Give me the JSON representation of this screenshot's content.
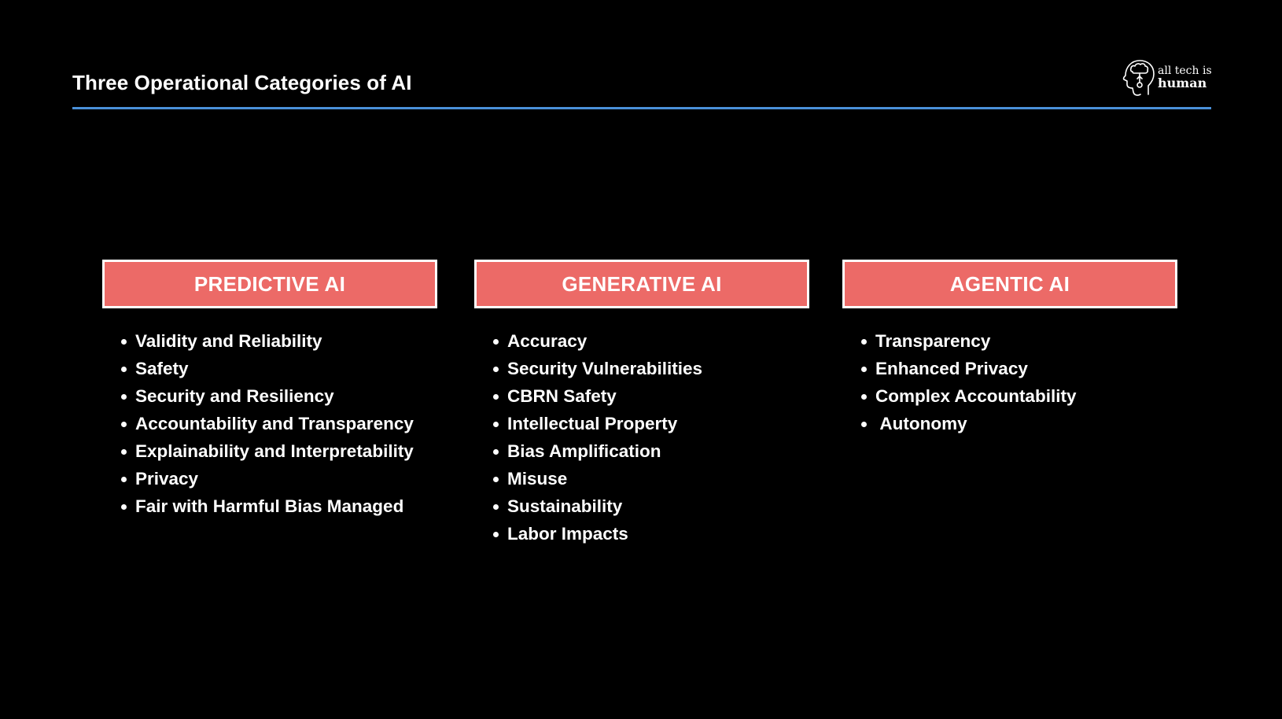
{
  "slide": {
    "title": "Three Operational Categories of AI",
    "accent_color": "#4a90d9",
    "category_color": "#ec6a67"
  },
  "logo": {
    "icon": "head-with-cloud-icon",
    "line1": "all tech is",
    "line2": "human"
  },
  "categories": [
    {
      "title": "PREDICTIVE AI",
      "items": [
        "Validity and Reliability",
        "Safety",
        "Security and Resiliency",
        "Accountability and Transparency",
        "Explainability and Interpretability",
        "Privacy",
        "Fair with Harmful Bias Managed"
      ]
    },
    {
      "title": "GENERATIVE AI",
      "items": [
        "Accuracy",
        "Security Vulnerabilities",
        "CBRN Safety",
        "Intellectual Property",
        "Bias Amplification",
        "Misuse",
        "Sustainability",
        "Labor Impacts"
      ]
    },
    {
      "title": "AGENTIC AI",
      "items": [
        "Transparency",
        "Enhanced Privacy",
        "Complex Accountability",
        " Autonomy"
      ]
    }
  ]
}
